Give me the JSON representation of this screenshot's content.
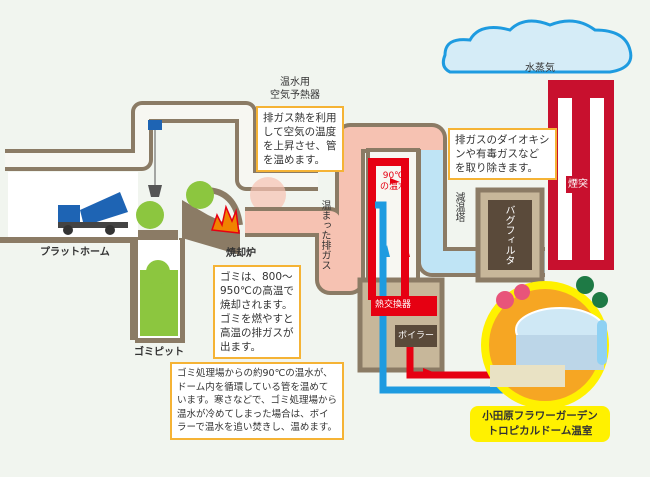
{
  "labels": {
    "preheater": "温水用\n空気予熱器",
    "platform": "プラットホーム",
    "incinerator": "焼却炉",
    "pit": "ゴミピット",
    "warm_gas": "温まった排ガス",
    "hot_water": "90℃\nの温水",
    "cooling_tower": "減温塔",
    "bag_filter": "バグフィルタ",
    "chimney": "煙突",
    "steam": "水蒸気",
    "heat_exchanger": "熱交換器",
    "boiler": "ボイラー",
    "dome": "小田原フラワーガーデン\nトロピカルドーム温室"
  },
  "callouts": {
    "preheater": "排ガス熱を利用\nして空気の温度\nを上昇させ、管\nを温めます。",
    "filter": "排ガスのダイオキシ\nンや有毒ガスなど\nを取り除きます。",
    "incinerator": "ゴミは、800～\n950℃の高温で\n焼却されます。\nゴミを燃やすと\n高温の排ガスが\n出ます。",
    "water": "ゴミ処理場からの約90℃の温水が、\nドーム内を循環している管を温めて\nいます。寒さなどで、ゴミ処理場から\n温水が冷めてしまった場合は、ボイ\nラーで温水を追い焚きし、温めます。"
  },
  "colors": {
    "duct": "#8b7b65",
    "gas": "#f6c2b2",
    "hot_pipe": "#e60012",
    "cold_pipe": "#1e9be0",
    "callout_border": "#f5b335",
    "chimney": "#c8102e",
    "dome_label": "#fff100"
  }
}
